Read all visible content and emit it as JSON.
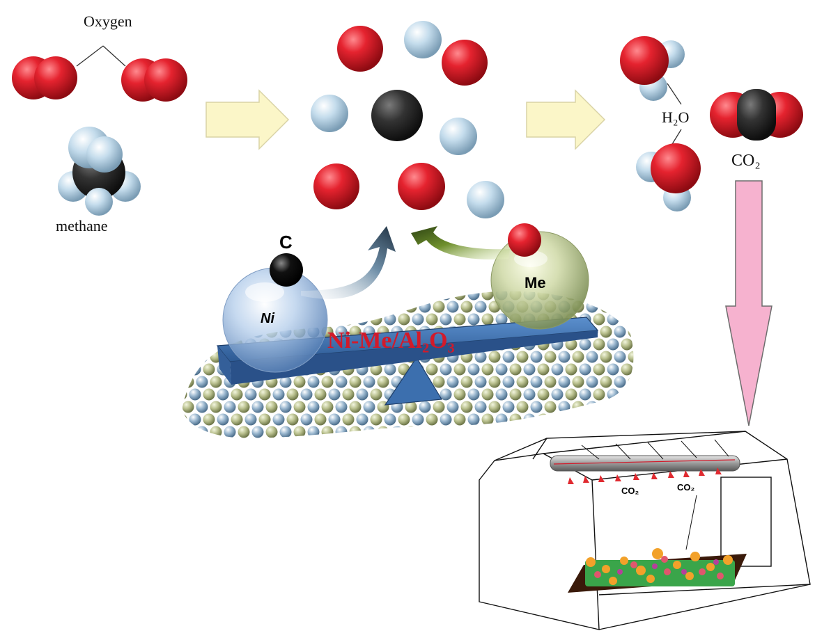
{
  "labels": {
    "oxygen": "Oxygen",
    "methane": "methane",
    "water": "H₂O",
    "co2": "CO₂",
    "carbon": "C",
    "metal": "Me",
    "nickel": "Ni",
    "catalyst": "Ni-Me/Al₂O₃",
    "co2_greenhouse_1": "CO₂",
    "co2_greenhouse_2": "CO₂"
  },
  "colors": {
    "oxygen_atom": "#e0202c",
    "hydrogen_atom": "#b9d6ea",
    "carbon_atom": "#2b2b2b",
    "process_arrow_fill": "#fbf6c8",
    "pink_arrow_fill": "#f6b2cf",
    "seesaw_plank": "#3f74b4",
    "catalyst_text": "#d21a2a"
  },
  "icons": {
    "oxygen_molecule": "o2-molecule-icon",
    "methane_molecule": "methane-molecule-icon",
    "water_molecule": "h2o-molecule-icon",
    "co2_molecule": "co2-molecule-icon",
    "greenhouse": "greenhouse-icon",
    "seesaw": "seesaw-icon"
  }
}
